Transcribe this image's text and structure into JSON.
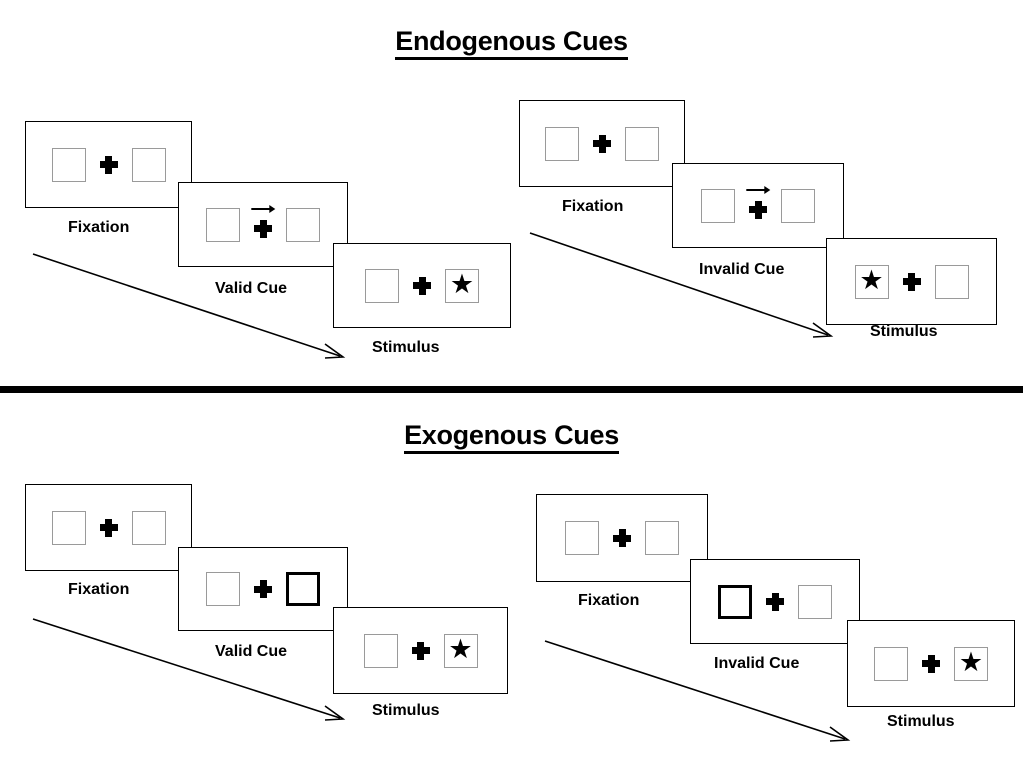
{
  "sections": [
    {
      "id": "endogenous",
      "title": "Endogenous Cues",
      "groups": [
        {
          "id": "endogenous-valid",
          "frames": [
            {
              "id": "endo-valid-fixation",
              "caption": "Fixation",
              "cue_type": "none",
              "left_box": {
                "state": "normal",
                "content": "empty"
              },
              "right_box": {
                "state": "normal",
                "content": "empty"
              }
            },
            {
              "id": "endo-valid-cue",
              "caption": "Valid Cue",
              "cue_type": "arrow-right",
              "left_box": {
                "state": "normal",
                "content": "empty"
              },
              "right_box": {
                "state": "normal",
                "content": "empty"
              }
            },
            {
              "id": "endo-valid-stimulus",
              "caption": "Stimulus",
              "cue_type": "none",
              "left_box": {
                "state": "normal",
                "content": "empty"
              },
              "right_box": {
                "state": "normal",
                "content": "star"
              }
            }
          ]
        },
        {
          "id": "endogenous-invalid",
          "frames": [
            {
              "id": "endo-invalid-fixation",
              "caption": "Fixation",
              "cue_type": "none",
              "left_box": {
                "state": "normal",
                "content": "empty"
              },
              "right_box": {
                "state": "normal",
                "content": "empty"
              }
            },
            {
              "id": "endo-invalid-cue",
              "caption": "Invalid Cue",
              "cue_type": "arrow-right",
              "left_box": {
                "state": "normal",
                "content": "empty"
              },
              "right_box": {
                "state": "normal",
                "content": "empty"
              }
            },
            {
              "id": "endo-invalid-stimulus",
              "caption": "Stimulus",
              "cue_type": "none",
              "left_box": {
                "state": "normal",
                "content": "star"
              },
              "right_box": {
                "state": "normal",
                "content": "empty"
              }
            }
          ]
        }
      ]
    },
    {
      "id": "exogenous",
      "title": "Exogenous Cues",
      "groups": [
        {
          "id": "exogenous-valid",
          "frames": [
            {
              "id": "exo-valid-fixation",
              "caption": "Fixation",
              "cue_type": "none",
              "left_box": {
                "state": "normal",
                "content": "empty"
              },
              "right_box": {
                "state": "normal",
                "content": "empty"
              }
            },
            {
              "id": "exo-valid-cue",
              "caption": "Valid Cue",
              "cue_type": "box-flash-right",
              "left_box": {
                "state": "normal",
                "content": "empty"
              },
              "right_box": {
                "state": "highlighted",
                "content": "empty"
              }
            },
            {
              "id": "exo-valid-stimulus",
              "caption": "Stimulus",
              "cue_type": "none",
              "left_box": {
                "state": "normal",
                "content": "empty"
              },
              "right_box": {
                "state": "normal",
                "content": "star"
              }
            }
          ]
        },
        {
          "id": "exogenous-invalid",
          "frames": [
            {
              "id": "exo-invalid-fixation",
              "caption": "Fixation",
              "cue_type": "none",
              "left_box": {
                "state": "normal",
                "content": "empty"
              },
              "right_box": {
                "state": "normal",
                "content": "empty"
              }
            },
            {
              "id": "exo-invalid-cue",
              "caption": "Invalid Cue",
              "cue_type": "box-flash-left",
              "left_box": {
                "state": "highlighted",
                "content": "empty"
              },
              "right_box": {
                "state": "normal",
                "content": "empty"
              }
            },
            {
              "id": "exo-invalid-stimulus",
              "caption": "Stimulus",
              "cue_type": "none",
              "left_box": {
                "state": "normal",
                "content": "empty"
              },
              "right_box": {
                "state": "normal",
                "content": "star"
              }
            }
          ]
        }
      ]
    }
  ],
  "glyphs": {
    "star": "★"
  },
  "colors": {
    "ink": "#000000",
    "box_border": "#9a9a9a",
    "panel_border": "#000000",
    "background": "#ffffff"
  }
}
